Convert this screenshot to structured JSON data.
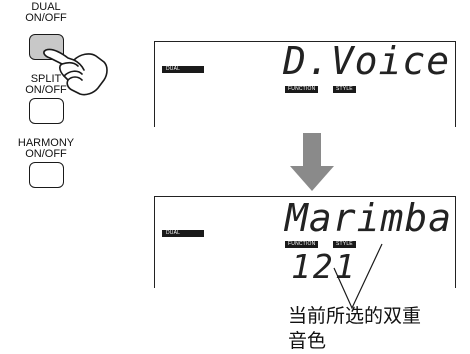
{
  "buttons": {
    "dual": {
      "line1": "DUAL",
      "line2": "ON/OFF"
    },
    "split": {
      "line1": "SPLIT",
      "line2": "ON/OFF"
    },
    "harmony": {
      "line1": "HARMONY",
      "line2": "ON/OFF"
    }
  },
  "display_top": {
    "indicator": "DUAL",
    "main_text": "D.Voice",
    "tags": [
      "FUNCTION",
      "STYLE"
    ]
  },
  "display_bottom": {
    "indicator": "DUAL",
    "main_text": "Marimba",
    "tags": [
      "FUNCTION",
      "STYLE"
    ],
    "voice_number": "121"
  },
  "callout": {
    "line1": "当前所选的双重",
    "line2": "音色"
  },
  "colors": {
    "lcd_tag": "#1a1a1a",
    "arrow": "#8a8a8a",
    "active_button": "#c8c8c8"
  },
  "icons": {
    "hand": "pointing-hand-icon",
    "arrow": "down-arrow-icon"
  }
}
